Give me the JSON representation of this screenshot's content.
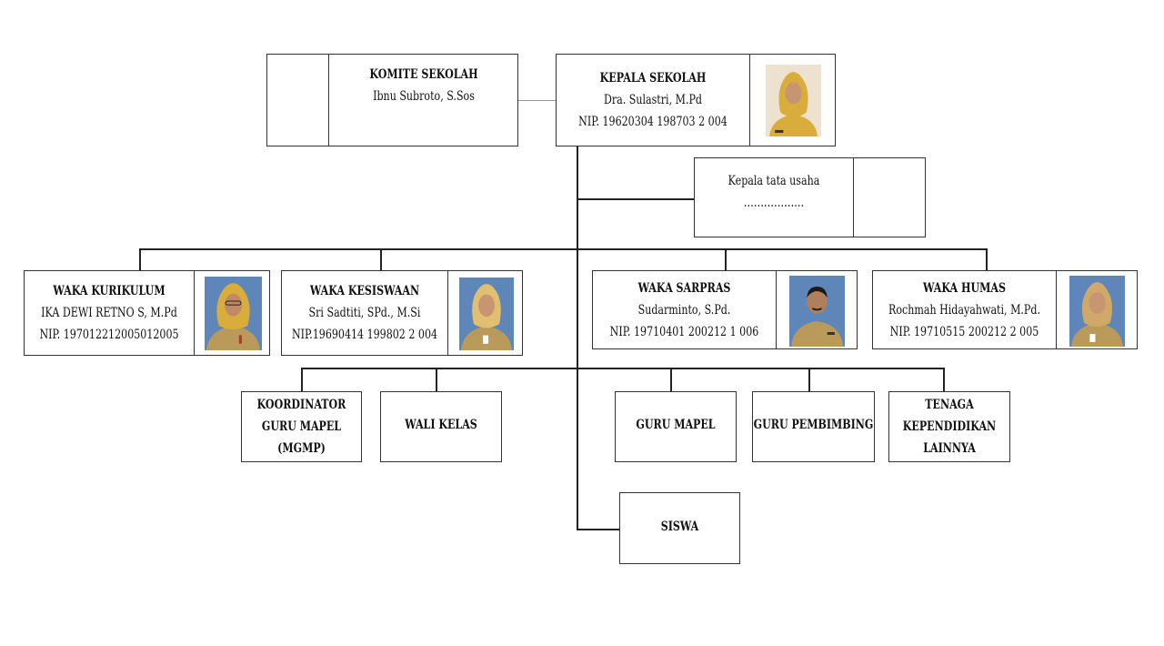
{
  "komite": {
    "title": "KOMITE SEKOLAH",
    "name": "Ibnu Subroto, S.Sos"
  },
  "kepala": {
    "title": "KEPALA SEKOLAH",
    "name": "Dra. Sulastri, M.Pd",
    "nip": "NIP. 19620304 198703 2 004"
  },
  "tata_usaha": {
    "title": "Kepala tata usaha",
    "name": "………………"
  },
  "waka": [
    {
      "title": "WAKA KURIKULUM",
      "name": "IKA DEWI RETNO S, M.Pd",
      "nip": "NIP. 197012212005012005"
    },
    {
      "title": "WAKA KESISWAAN",
      "name": "Sri Sadtiti, SPd., M.Si",
      "nip": "NIP.19690414 199802 2 004"
    },
    {
      "title": "WAKA SARPRAS",
      "name": "Sudarminto, S.Pd.",
      "nip": "NIP. 19710401 200212 1 006"
    },
    {
      "title": "WAKA HUMAS",
      "name": "Rochmah Hidayahwati, M.Pd.",
      "nip": "NIP. 19710515 200212 2 005"
    }
  ],
  "units": {
    "mgmp": [
      "KOORDINATOR",
      "GURU MAPEL",
      "(MGMP)"
    ],
    "wali_kelas": "WALI KELAS",
    "guru_mapel": "GURU MAPEL",
    "guru_pembimbing": "GURU PEMBIMBING",
    "tenaga": [
      "TENAGA",
      "KEPENDIDIKAN",
      "LAINNYA"
    ]
  },
  "siswa": "SISWA",
  "colors": {
    "photo_bg_blue": "#5f86b8",
    "photo_bg_cream": "#ece2cf",
    "uniform": "#b99a5a",
    "hijab": "#d9ad3c"
  }
}
